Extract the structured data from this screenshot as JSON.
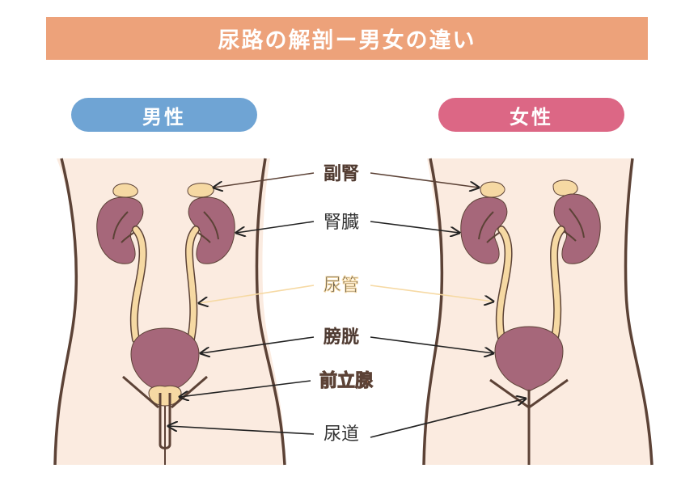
{
  "title": "尿路の解剖ー男女の違い",
  "colors": {
    "title_bg": "#eda27a",
    "male_badge": "#6fa4d4",
    "female_badge": "#dc6785",
    "skin": "#fbebe0",
    "outline": "#5c4236",
    "kidney": "#a6677a",
    "adrenal": "#f6d9a3",
    "ureter": "#f6d9a3",
    "bladder": "#a6677a",
    "prostate": "#f6d9a3",
    "label_text": "#333333",
    "highlight_text": "#e9935f"
  },
  "sections": {
    "male": {
      "label": "男性"
    },
    "female": {
      "label": "女性"
    }
  },
  "labels": {
    "adrenal": "副腎",
    "kidney": "腎臓",
    "ureter": "尿管",
    "bladder": "膀胱",
    "prostate": "前立腺",
    "urethra": "尿道"
  }
}
